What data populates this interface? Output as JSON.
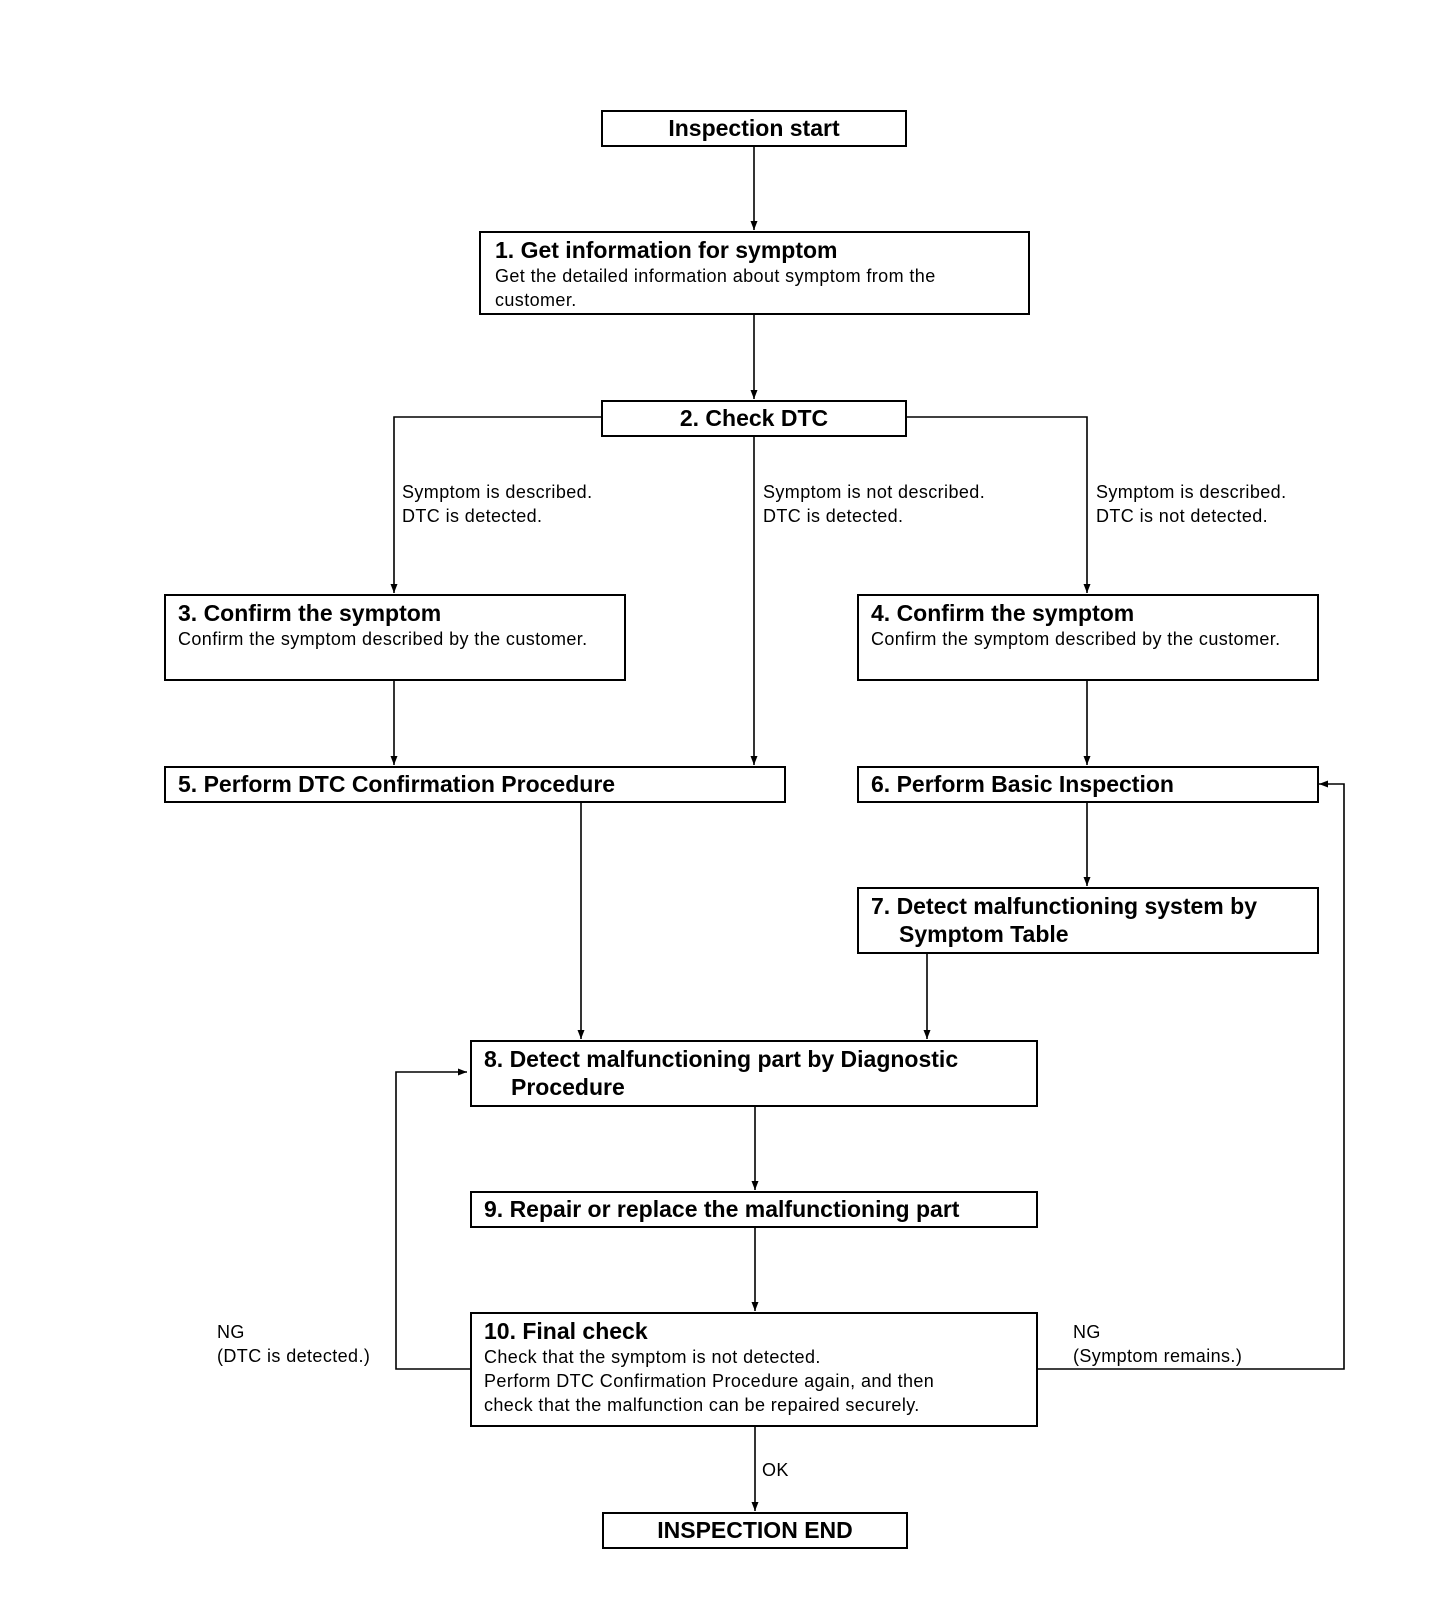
{
  "steps": {
    "start": {
      "title": "Inspection start"
    },
    "s1": {
      "title": "1. Get information for symptom",
      "desc": "Get the detailed information about symptom from the customer."
    },
    "s2": {
      "title": "2. Check DTC"
    },
    "s3": {
      "title": "3. Confirm the symptom",
      "desc": "Confirm the symptom described by the customer."
    },
    "s4": {
      "title": "4. Confirm the symptom",
      "desc": "Confirm the symptom described by the customer."
    },
    "s5": {
      "title": "5. Perform DTC Confirmation Procedure"
    },
    "s6": {
      "title": "6. Perform Basic Inspection"
    },
    "s7": {
      "title_line1": "7. Detect malfunctioning system by",
      "title_line2": "Symptom Table"
    },
    "s8": {
      "title_line1": "8. Detect malfunctioning part by Diagnostic",
      "title_line2": "Procedure"
    },
    "s9": {
      "title": "9. Repair or replace the malfunctioning part"
    },
    "s10": {
      "title": "10. Final check",
      "desc_line1": "Check that the symptom is not detected.",
      "desc_line2": "Perform DTC Confirmation Procedure again, and then",
      "desc_line3": "check that the malfunction can be repaired securely."
    },
    "end": {
      "title": "INSPECTION END"
    }
  },
  "branches": {
    "left": {
      "line1": "Symptom is described.",
      "line2": "DTC is detected."
    },
    "middle": {
      "line1": "Symptom is not described.",
      "line2": "DTC is detected."
    },
    "right": {
      "line1": "Symptom is described.",
      "line2": "DTC is not detected."
    }
  },
  "loops": {
    "ng_left": {
      "line1": "NG",
      "line2": "(DTC is detected.)"
    },
    "ng_right": {
      "line1": "NG",
      "line2": "(Symptom remains.)"
    },
    "ok": "OK"
  }
}
